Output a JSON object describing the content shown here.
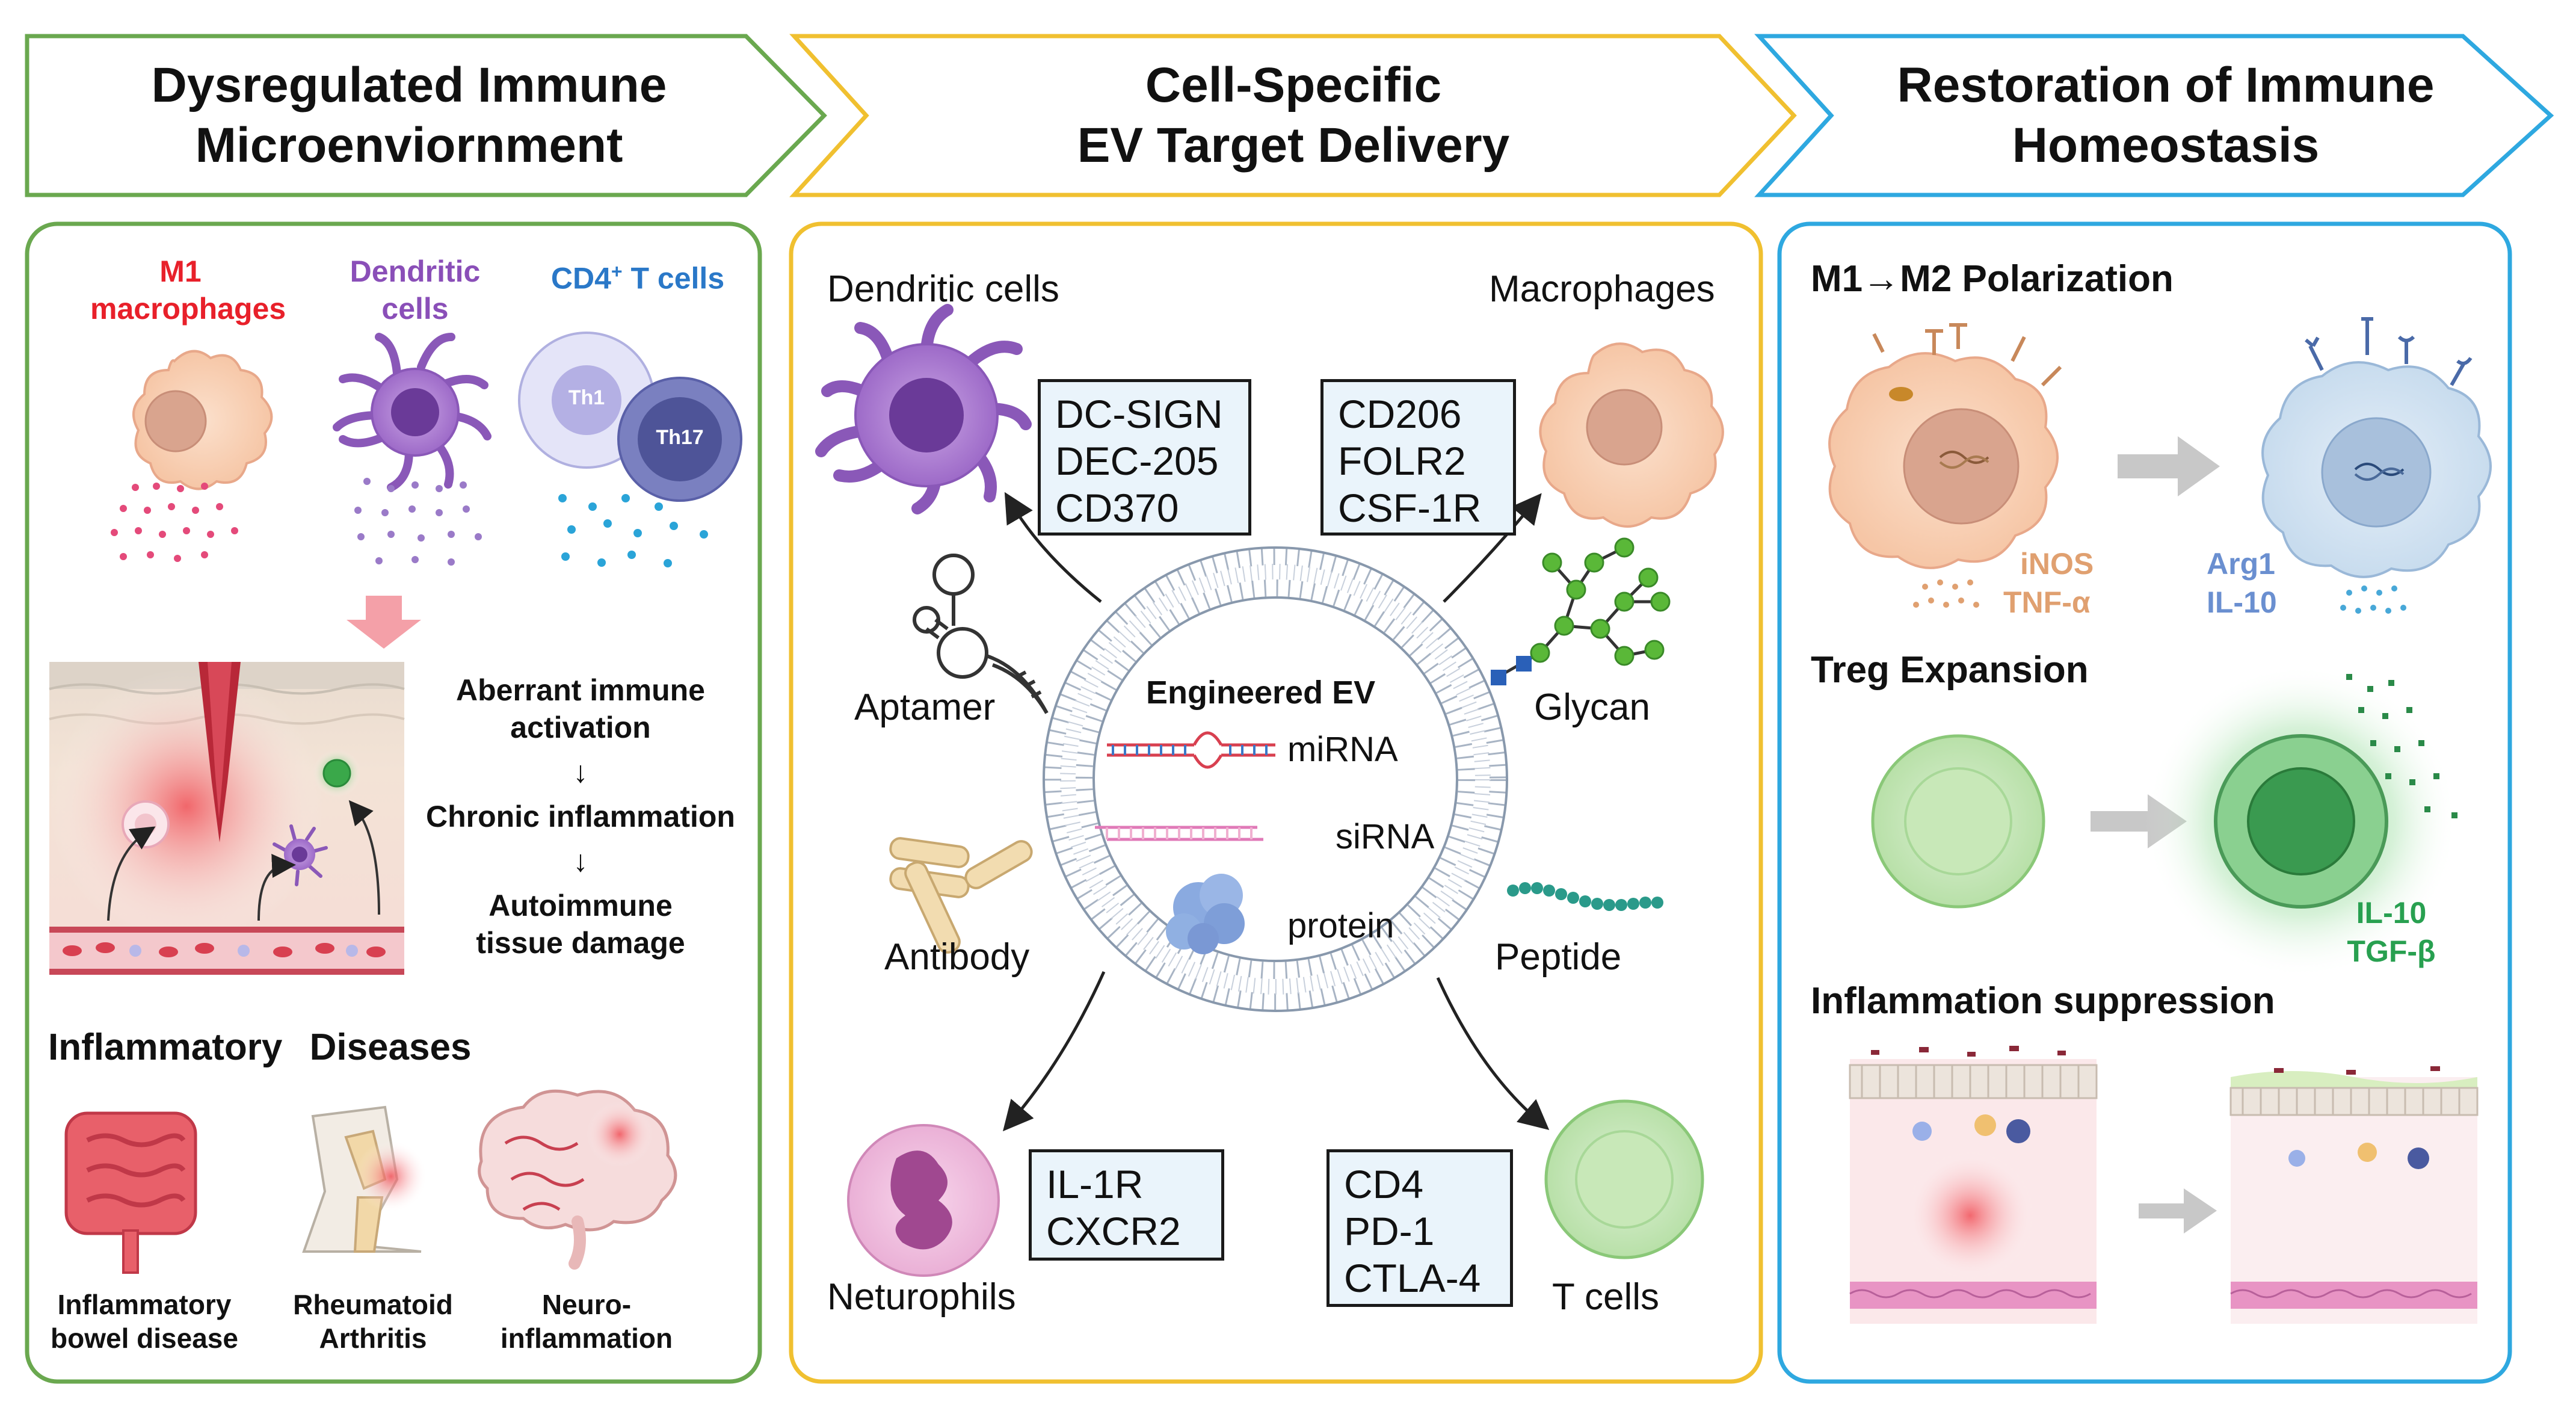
{
  "headers": [
    {
      "line1": "Dysregulated Immune",
      "line2": "Microenviornment",
      "color": "#6aa84f"
    },
    {
      "line1": "Cell-Specific",
      "line2": "EV Target Delivery",
      "color": "#f0c030"
    },
    {
      "line1": "Restoration of Immune",
      "line2": "Homeostasis",
      "color": "#2ea8e0"
    }
  ],
  "panel1": {
    "cells": [
      {
        "line1": "M1",
        "line2": "macrophages",
        "color": "#e8202a"
      },
      {
        "line1": "Dendritic",
        "line2": "cells",
        "color": "#8a4fb8"
      },
      {
        "line1": "CD4",
        "sup": "+",
        "line2": " T cells",
        "color": "#2a78c8"
      }
    ],
    "th_labels": [
      "Th1",
      "Th17"
    ],
    "cascade": [
      "Aberrant immune",
      "activation",
      "↓",
      "Chronic inflammation",
      "↓",
      "Autoimmune",
      "tissue damage"
    ],
    "diseases_title": [
      "Inflammatory",
      "Diseases"
    ],
    "diseases": [
      {
        "line1": "Inflammatory",
        "line2": "bowel disease"
      },
      {
        "line1": "Rheumatoid",
        "line2": "Arthritis"
      },
      {
        "line1": "Neuro-",
        "line2": "inflammation"
      }
    ]
  },
  "panel2": {
    "targets": [
      {
        "name": "Dendritic cells",
        "markers": [
          "DC-SIGN",
          "DEC-205",
          "CD370"
        ]
      },
      {
        "name": "Macrophages",
        "markers": [
          "CD206",
          "FOLR2",
          "CSF-1R"
        ]
      },
      {
        "name": "Neturophils",
        "markers": [
          "IL-1R",
          "CXCR2"
        ]
      },
      {
        "name": "T cells",
        "markers": [
          "CD4",
          "PD-1",
          "CTLA-4"
        ]
      }
    ],
    "ligands": [
      "Aptamer",
      "Glycan",
      "Antibody",
      "Peptide"
    ],
    "ev_title": "Engineered EV",
    "cargo": [
      "miRNA",
      "siRNA",
      "protein"
    ]
  },
  "panel3": {
    "sections": [
      "M1→M2 Polarization",
      "Treg Expansion",
      "Inflammation suppression"
    ],
    "m1_labels": [
      "iNOS",
      "TNF-α"
    ],
    "m2_labels": [
      "Arg1",
      "IL-10"
    ],
    "treg_labels": [
      "IL-10",
      "TGF-β"
    ],
    "colors": {
      "m1": "#e0a070",
      "m2": "#6a8fd0",
      "treg": "#28a050"
    }
  }
}
